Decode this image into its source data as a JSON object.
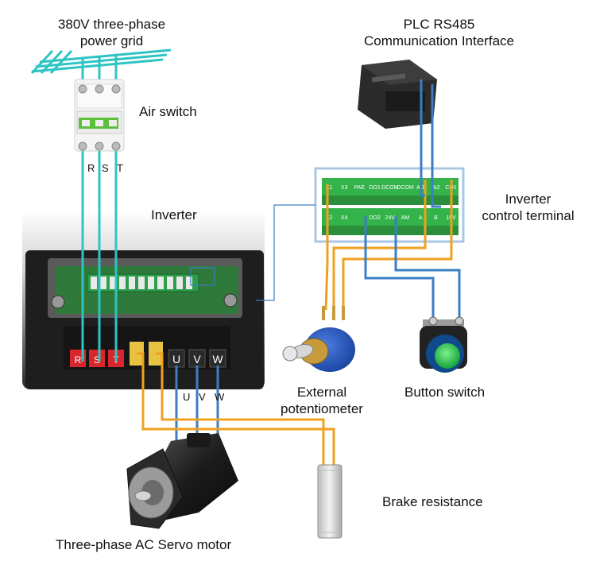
{
  "labels": {
    "power_grid": [
      "380V three-phase",
      "power grid"
    ],
    "plc": [
      "PLC RS485",
      "Communication Interface"
    ],
    "air_switch": "Air switch",
    "inverter": "Inverter",
    "control_terminal": [
      "Inverter",
      "control terminal"
    ],
    "potentiometer": [
      "External",
      "potentiometer"
    ],
    "button_switch": "Button switch",
    "brake_resistance": "Brake resistance",
    "servo_motor": "Three-phase AC Servo motor"
  },
  "phase_labels": {
    "R": "R",
    "S": "S",
    "T": "T"
  },
  "motor_phase_labels": {
    "U": "U",
    "V": "V",
    "W": "W"
  },
  "inverter_terminals": [
    "R",
    "S",
    "T",
    "",
    "",
    "U",
    "V",
    "W"
  ],
  "control_terminal_top": [
    "X1",
    "X3",
    "PAE",
    "DO1",
    "DCOM",
    "DCOM",
    "AI1",
    "AI2",
    "CO1"
  ],
  "control_terminal_bottom": [
    "X2",
    "X4",
    "",
    "DO2",
    "24V",
    "AM",
    "A",
    "B",
    "10V"
  ],
  "colors": {
    "power_line": "#2ec4c4",
    "signal_orange": "#f0a020",
    "signal_blue": "#3a7fc4",
    "terminal_green": "#34b34a",
    "frame_blue": "#a9c7e4"
  }
}
